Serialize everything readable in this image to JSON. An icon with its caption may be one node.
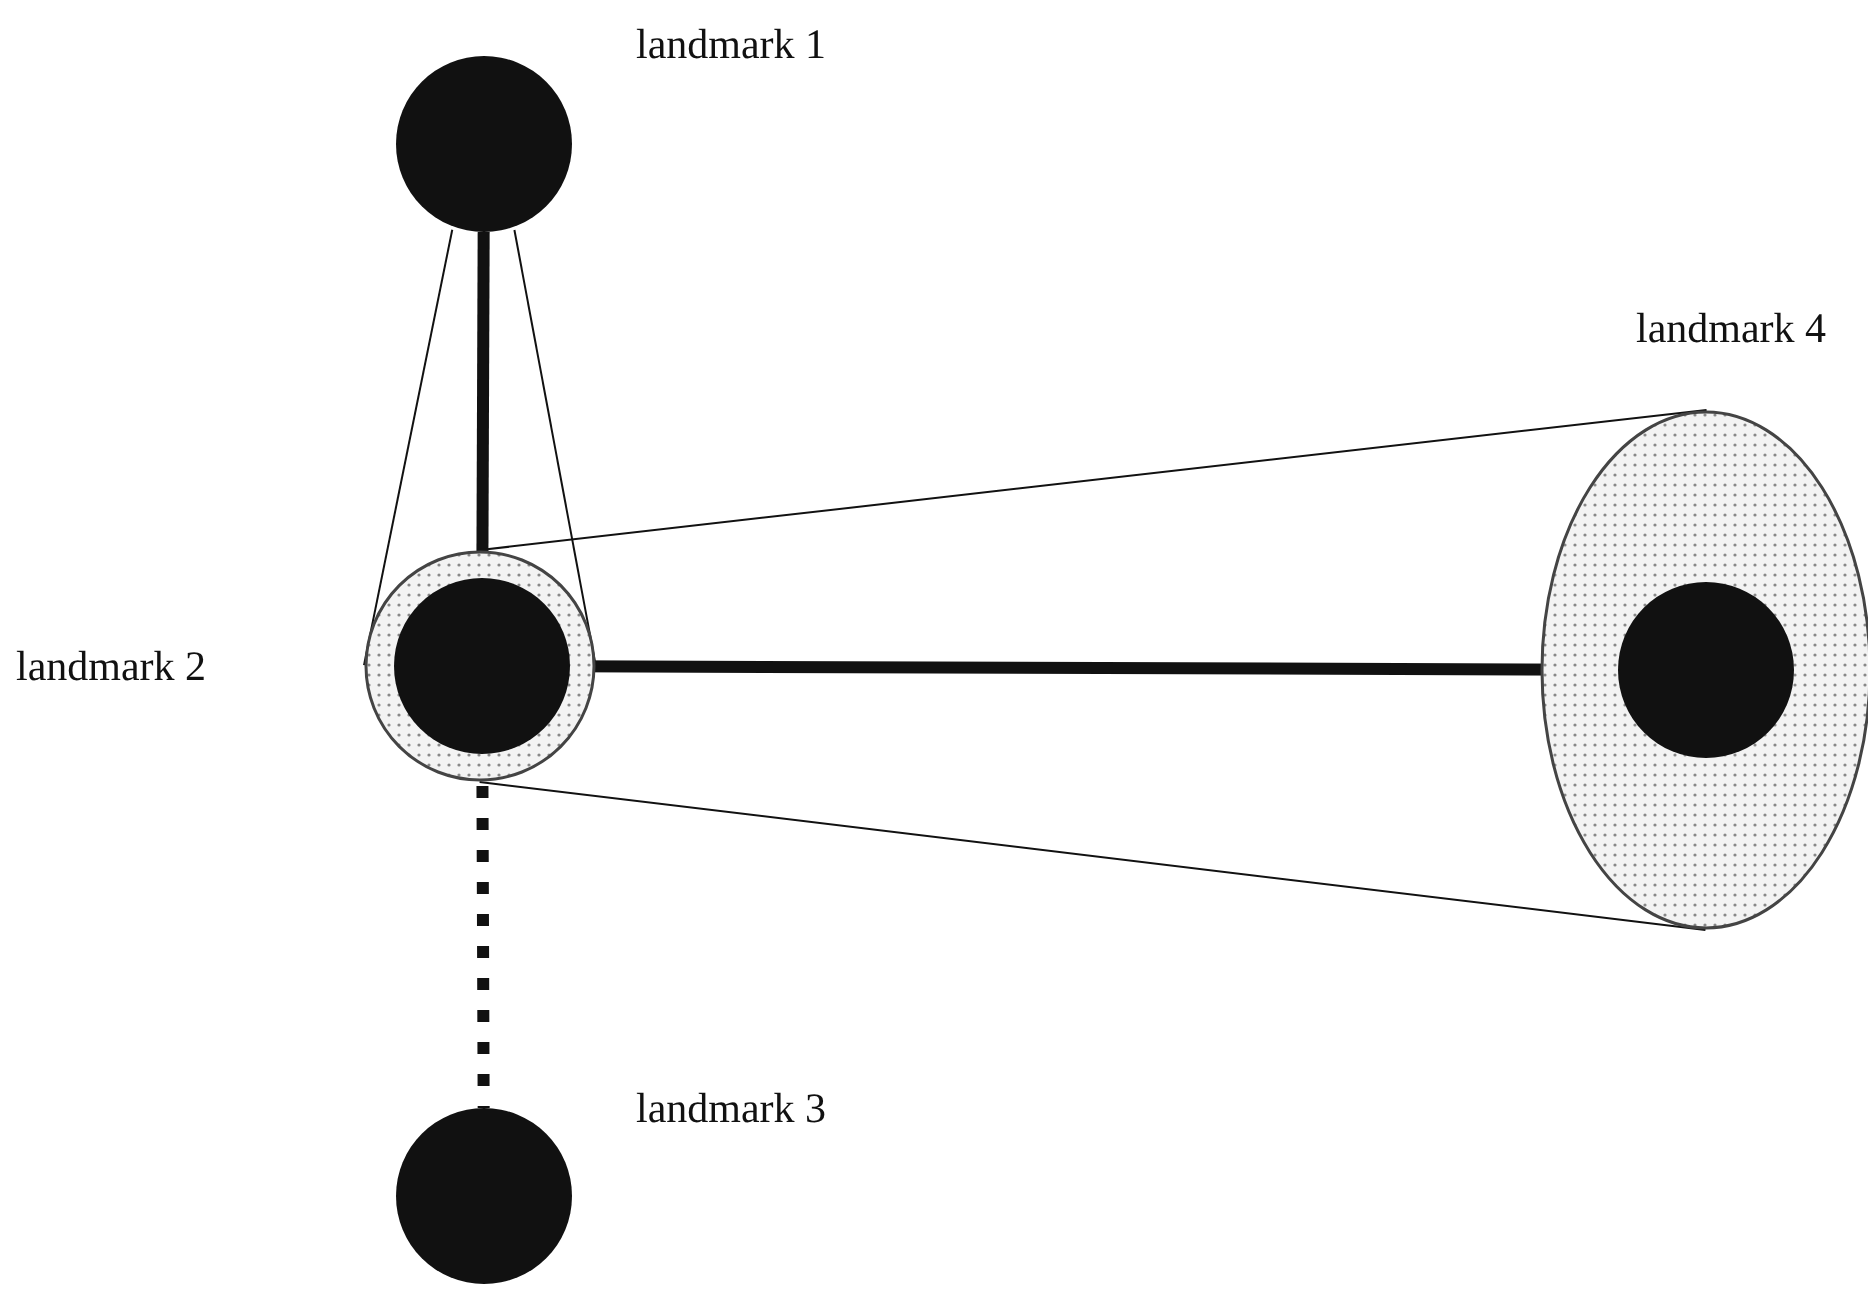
{
  "diagram": {
    "nodes": [
      {
        "text": [
          "landmark 1"
        ]
      },
      {
        "text": [],
        "shape": "circle"
      },
      {
        "text": [
          "landmark 2"
        ],
        "in": 1
      },
      {
        "text": [
          "landmark 3"
        ]
      },
      {
        "text": [
          "landmark 4"
        ]
      },
      {
        "text": [],
        "shape": "circle",
        "in": 4
      }
    ],
    "edges": [
      {
        "from": 0,
        "to": 2,
        "arrow": "none",
        "style": "thick"
      },
      {
        "from": 0,
        "to": 1,
        "arrow": "none"
      },
      {
        "from": 0,
        "to": 1,
        "arrow": "none"
      },
      {
        "from": 1,
        "to": 4,
        "arrow": "none"
      },
      {
        "from": 1,
        "to": 4,
        "arrow": "none"
      },
      {
        "from": 2,
        "to": 5,
        "arrow": "none",
        "style": "thick"
      },
      {
        "from": 2,
        "to": 3,
        "arrow": "none",
        "style": "dashed"
      }
    ]
  }
}
